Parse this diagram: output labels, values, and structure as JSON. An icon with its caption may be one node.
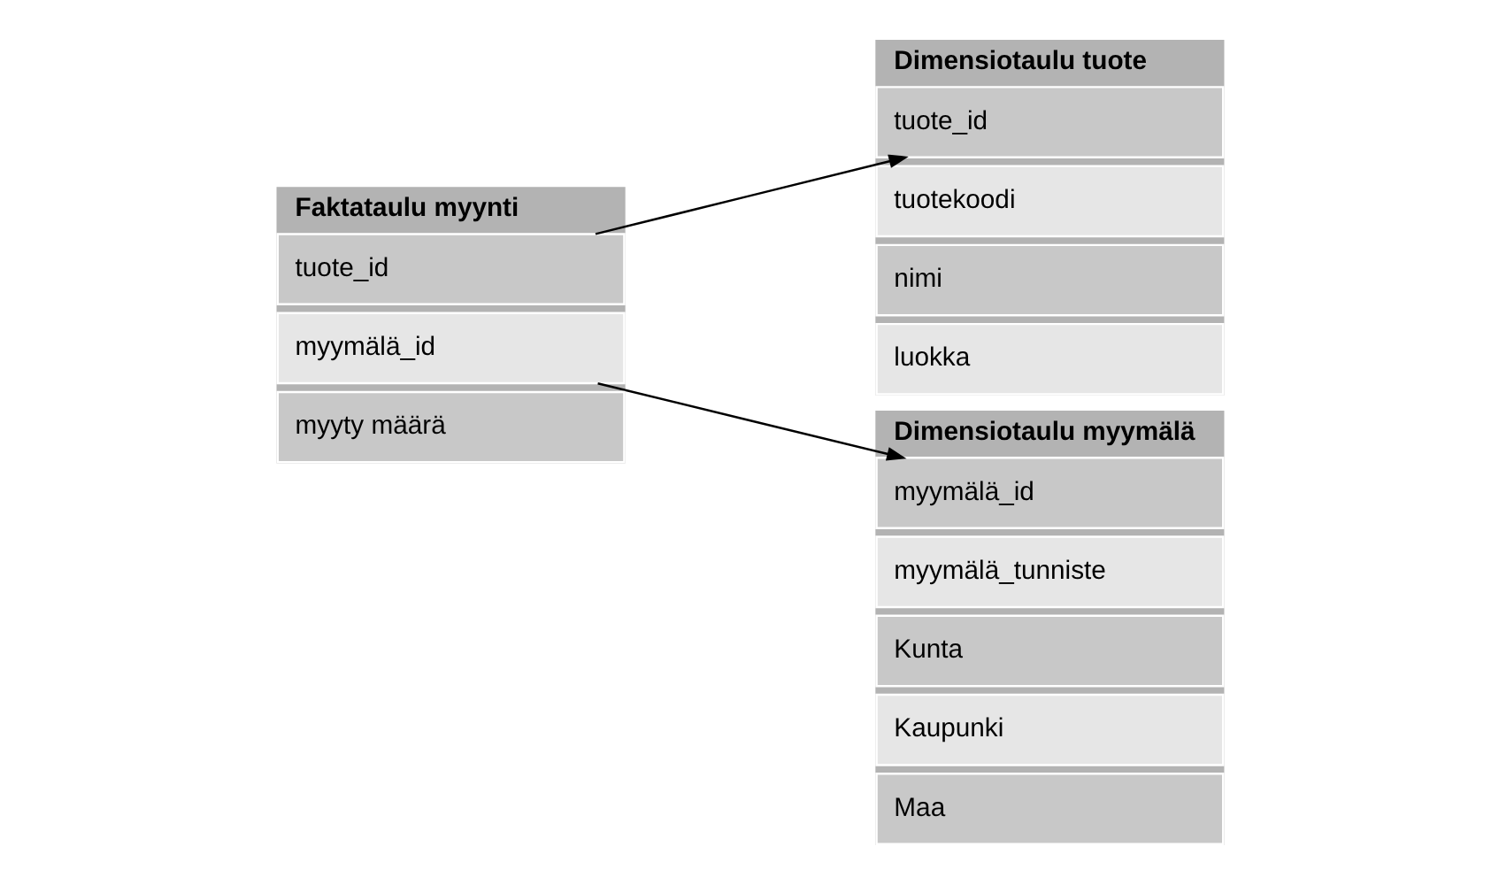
{
  "diagram": {
    "nodes": [
      {
        "text": [
          "Dimensiotaulu myymälä"
        ]
      },
      {
        "text": [
          "myymälä_id"
        ],
        "in": 0
      },
      {
        "text": [
          "myymälä_tunniste"
        ],
        "in": 0
      },
      {
        "text": [
          "Kunta"
        ],
        "in": 0
      },
      {
        "text": [
          "Kaupunki"
        ],
        "in": 0
      },
      {
        "text": [
          "Maa"
        ],
        "in": 0
      },
      {
        "text": [
          "Dimensiotaulu tuote"
        ]
      },
      {
        "text": [
          "tuote_id"
        ],
        "in": 6
      },
      {
        "text": [
          "tuotekoodi"
        ],
        "in": 6
      },
      {
        "text": [
          "nimi"
        ],
        "in": 6
      },
      {
        "text": [
          "luokka"
        ],
        "in": 6
      },
      {
        "text": [
          "Faktataulu myynti"
        ]
      },
      {
        "text": [
          "tuote_id"
        ],
        "in": 11
      },
      {
        "text": [
          "myymälä_id"
        ],
        "in": 11
      },
      {
        "text": [
          "myyty määrä"
        ],
        "in": 11
      }
    ],
    "edges": [
      {
        "from": 12,
        "to": 7,
        "arrow": "to"
      },
      {
        "from": 13,
        "to": 1,
        "arrow": "to"
      }
    ]
  }
}
